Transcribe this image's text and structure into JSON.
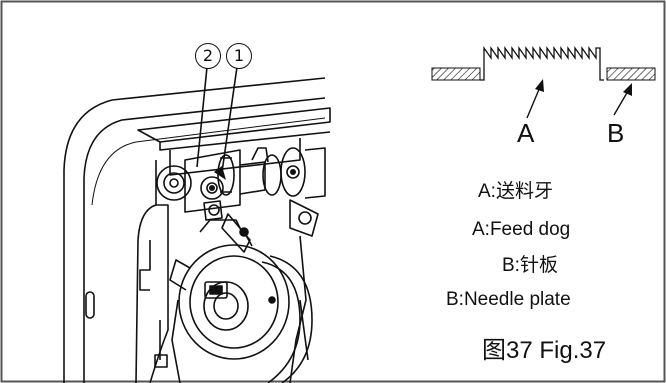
{
  "callouts": {
    "c1": "1",
    "c2": "2"
  },
  "detail_labels": {
    "a": "A",
    "b": "B"
  },
  "legend": {
    "line1": "A:送料牙",
    "line2": "A:Feed dog",
    "line3": "B:针板",
    "line4": "B:Needle plate"
  },
  "caption": "图37 Fig.37",
  "colors": {
    "line": "#111111",
    "frame": "#555555",
    "background": "#ffffff"
  }
}
